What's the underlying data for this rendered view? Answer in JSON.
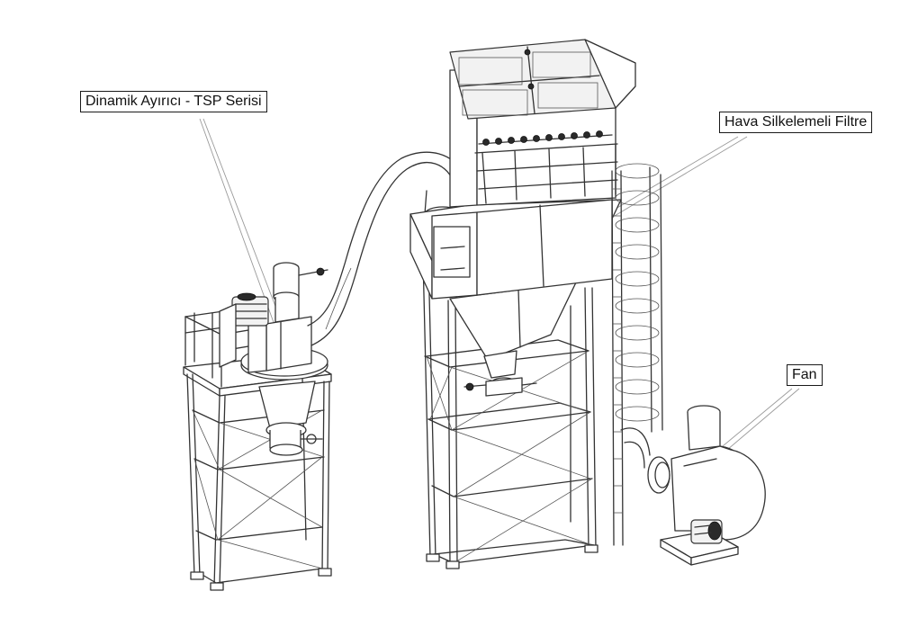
{
  "labels": {
    "separator": "Dinamik Ayırıcı - TSP Serisi",
    "filter": "Hava Silkelemeli Filtre",
    "fan": "Fan"
  },
  "colors": {
    "line": "#333333",
    "background": "#ffffff",
    "label_border": "#1a1a1a"
  }
}
